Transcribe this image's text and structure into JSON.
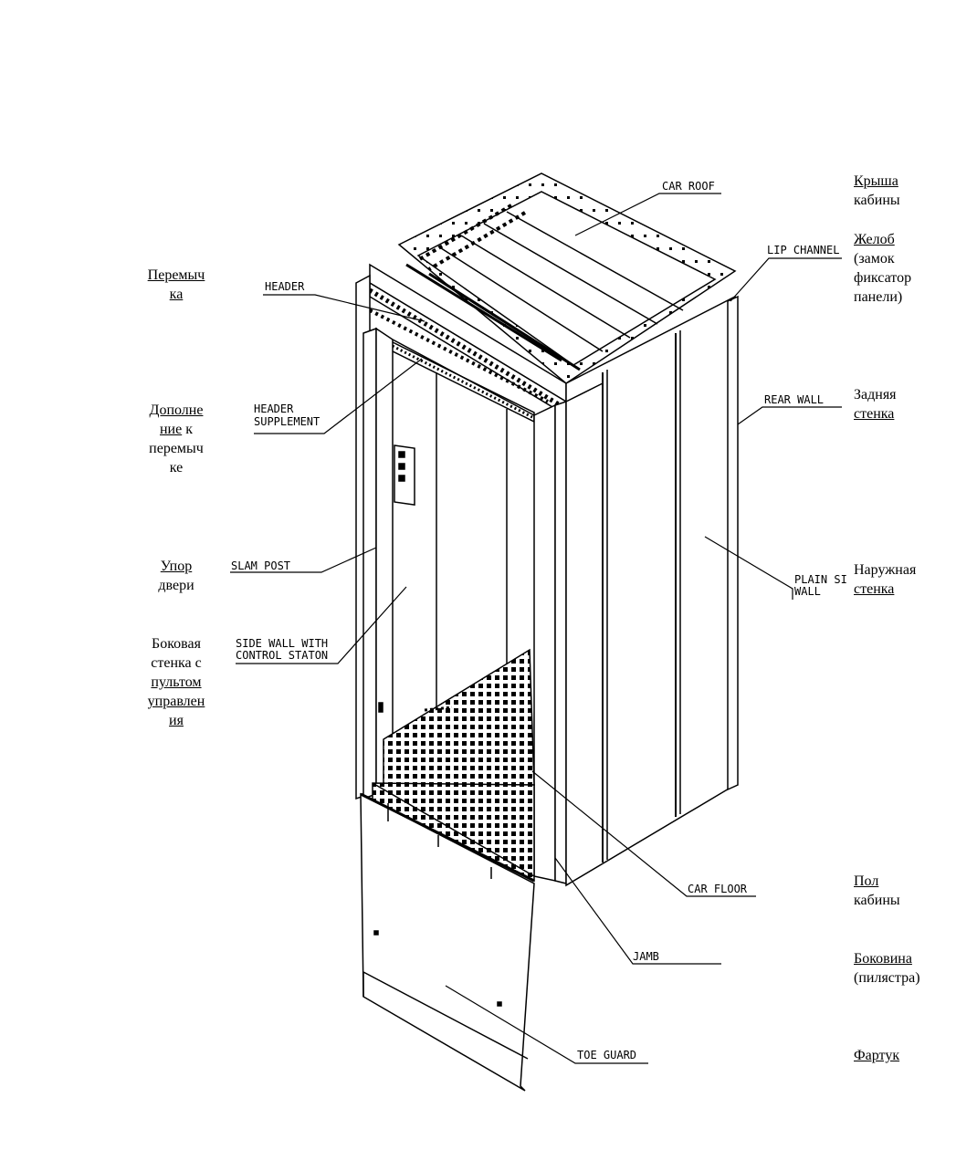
{
  "english_labels": {
    "car_roof": "CAR ROOF",
    "lip_channel": "LIP CHANNEL",
    "header": "HEADER",
    "header_supplement_1": "HEADER",
    "header_supplement_2": "SUPPLEMENT",
    "rear_wall": "REAR WALL",
    "slam_post": "SLAM POST",
    "plain_side_wall_1": "PLAIN SI",
    "plain_side_wall_2": "WALL",
    "side_wall_control_1": "SIDE WALL WITH",
    "side_wall_control_2": "CONTROL STATON",
    "car_floor": "CAR FLOOR",
    "jamb": "JAMB",
    "toe_guard": "TOE GUARD"
  },
  "russian_labels": {
    "roof_1": "Крыша",
    "roof_2": "кабины",
    "lip_1": "Желоб",
    "lip_2": "(замок",
    "lip_3": "фиксатор",
    "lip_4": "панели)",
    "rear_1": "Задняя",
    "rear_2": "стенка",
    "plain_1": "Наружная",
    "plain_2": "стенка",
    "floor_1": "Пол",
    "floor_2": "кабины",
    "jamb_1": "Боковина",
    "jamb_2": "(пилястра)",
    "toe": "Фартук",
    "header_1": "Перемыч",
    "header_2": "ка",
    "supp_1a": "Дополне",
    "supp_2a": "ние",
    "supp_2b": " к",
    "supp_3": "перемыч",
    "supp_4": "ке",
    "slam_1": "Упор",
    "slam_2": "двери",
    "side_1": "Боковая",
    "side_2": "стенка с",
    "side_3": "пультом",
    "side_4": "управлен",
    "side_5": "ия"
  },
  "colors": {
    "line": "#000000",
    "background": "#ffffff"
  }
}
